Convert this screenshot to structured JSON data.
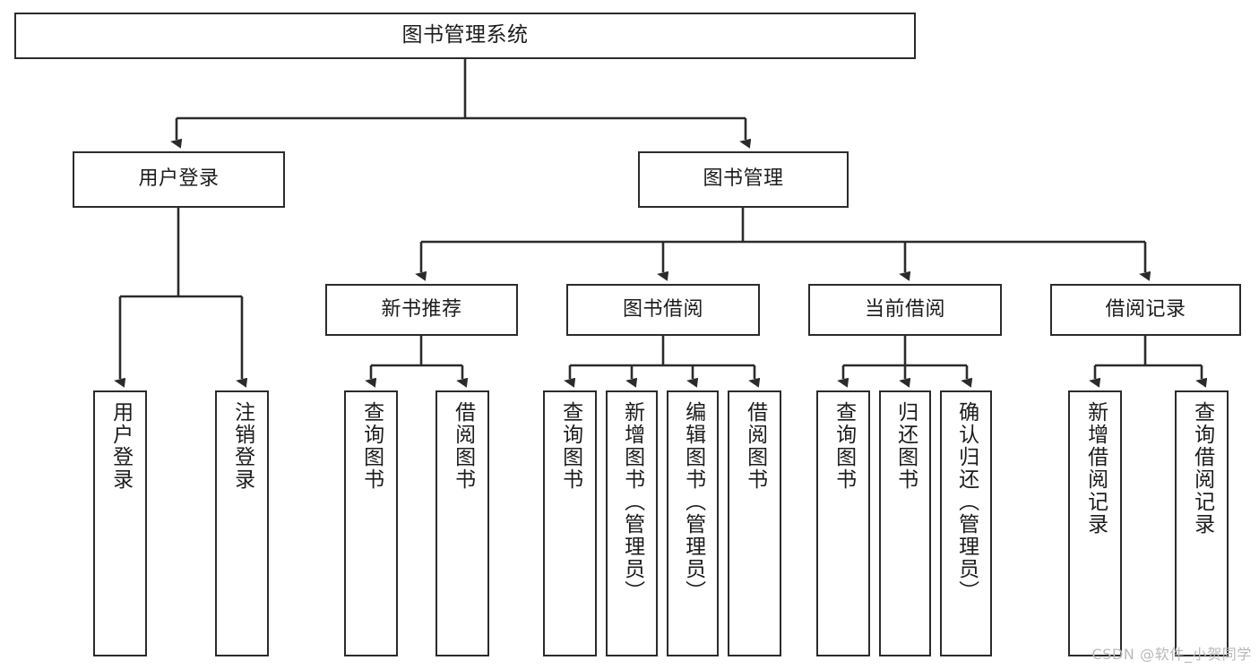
{
  "diagram": {
    "title": "图书管理系统",
    "type": "hierarchy-tree",
    "root": {
      "label": "图书管理系统"
    },
    "level2": [
      {
        "label": "用户登录"
      },
      {
        "label": "图书管理"
      }
    ],
    "level3": [
      {
        "label": "新书推荐"
      },
      {
        "label": "图书借阅"
      },
      {
        "label": "当前借阅"
      },
      {
        "label": "借阅记录"
      }
    ],
    "leaves": {
      "user_login": [
        {
          "label": "用户登录"
        },
        {
          "label": "注销登录"
        }
      ],
      "new_book_recommend": [
        {
          "label": "查询图书"
        },
        {
          "label": "借阅图书"
        }
      ],
      "book_borrow": [
        {
          "label": "查询图书"
        },
        {
          "label": "新增图书（管理员）"
        },
        {
          "label": "编辑图书（管理员）"
        },
        {
          "label": "借阅图书"
        }
      ],
      "current_borrow": [
        {
          "label": "查询图书"
        },
        {
          "label": "归还图书"
        },
        {
          "label": "确认归还（管理员）"
        }
      ],
      "borrow_record": [
        {
          "label": "新增借阅记录"
        },
        {
          "label": "查询借阅记录"
        }
      ]
    }
  },
  "watermark": {
    "text": "CSDN @软件_小贺同学"
  },
  "colors": {
    "stroke": "#2b2b2b",
    "fill": "#ffffff",
    "text": "#1c1c1c",
    "watermark": "#b9b9b9"
  }
}
